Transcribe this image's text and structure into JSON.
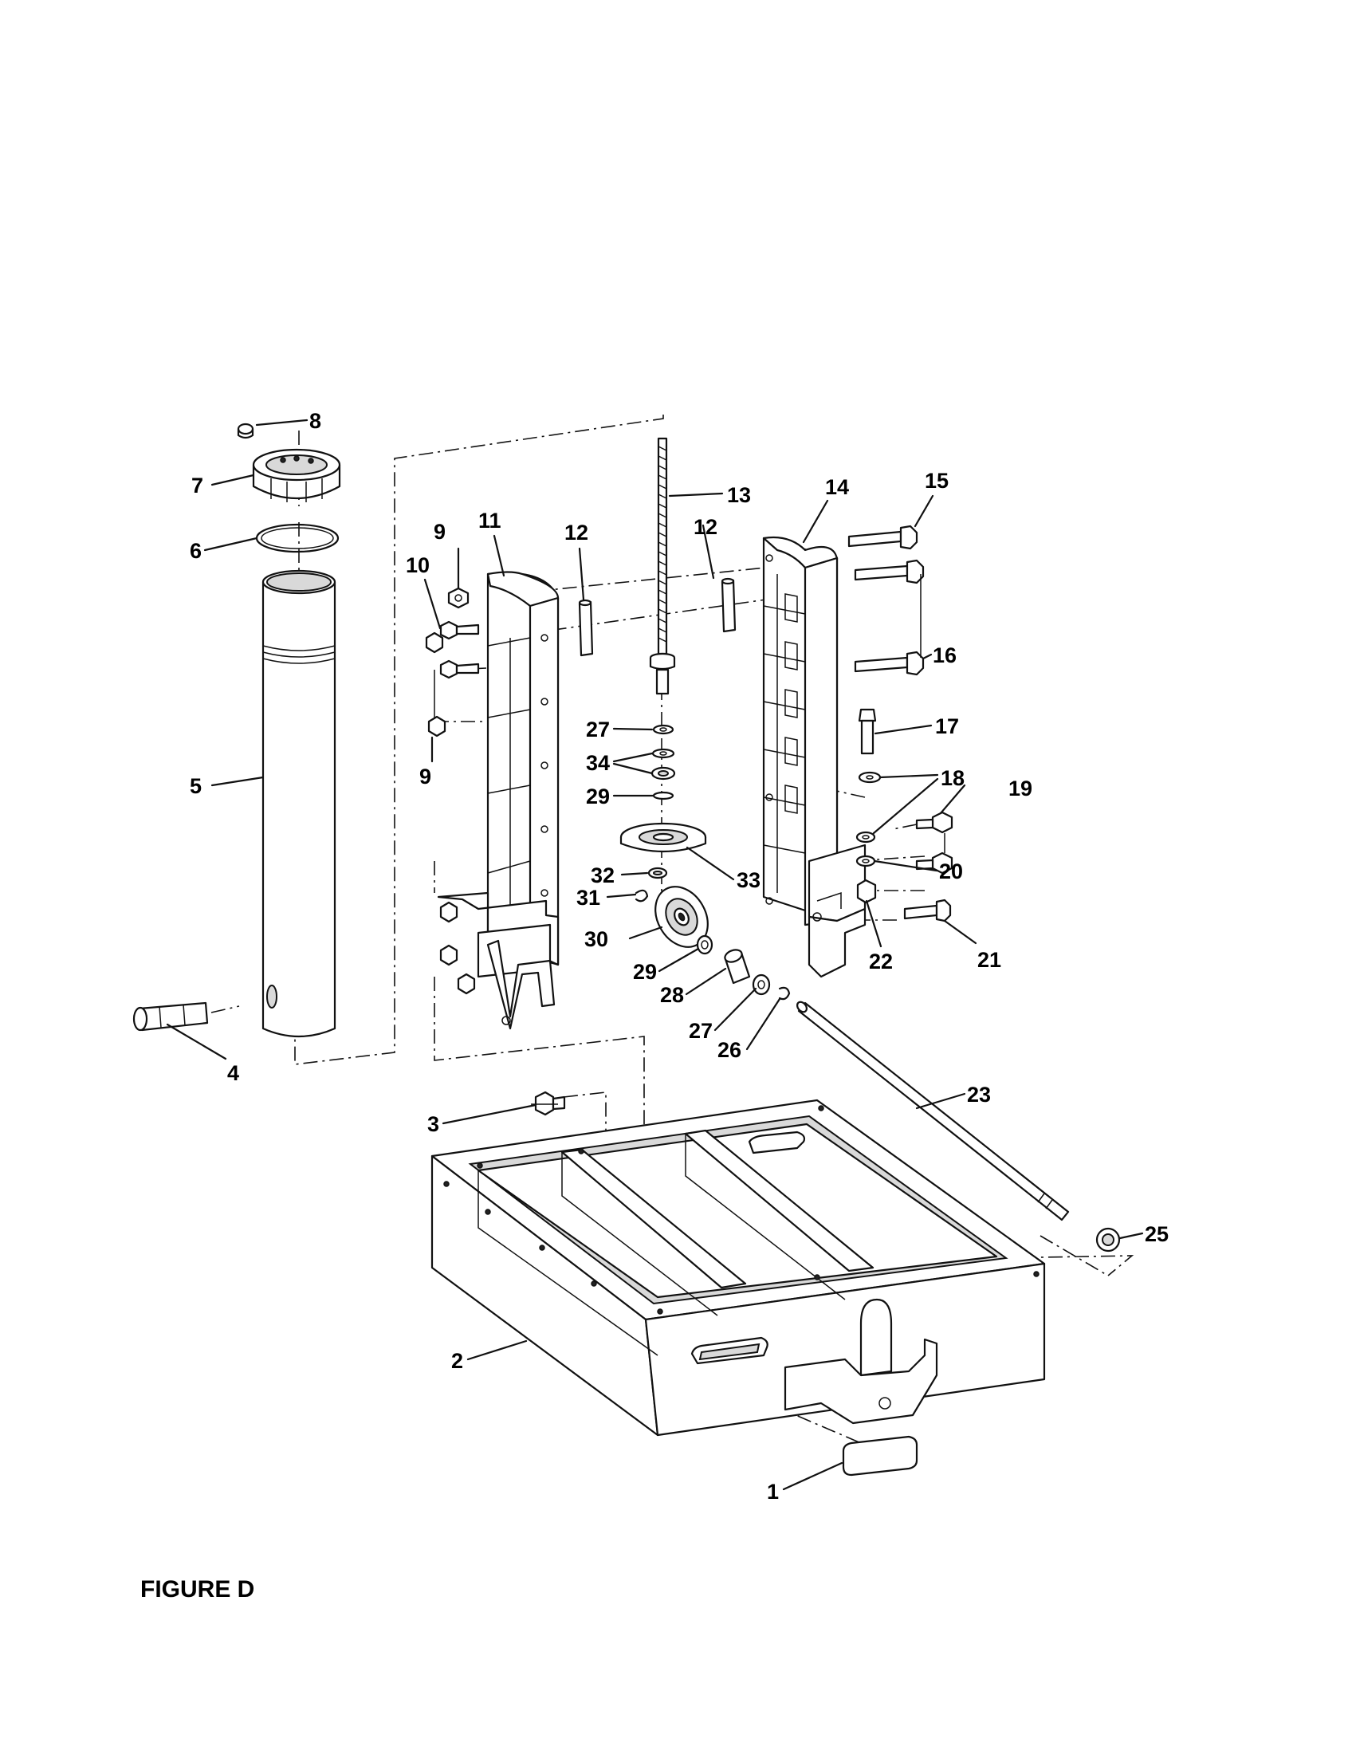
{
  "figure_title": "FIGURE D",
  "callouts": {
    "c1": "1",
    "c2": "2",
    "c3": "3",
    "c4": "4",
    "c5": "5",
    "c6": "6",
    "c7": "7",
    "c8": "8",
    "c9a": "9",
    "c9b": "9",
    "c10": "10",
    "c11": "11",
    "c12a": "12",
    "c12b": "12",
    "c13": "13",
    "c14": "14",
    "c15": "15",
    "c16": "16",
    "c17": "17",
    "c18": "18",
    "c19": "19",
    "c20": "20",
    "c21": "21",
    "c22": "22",
    "c23": "23",
    "c25": "25",
    "c26": "26",
    "c27a": "27",
    "c27b": "27",
    "c28": "28",
    "c29a": "29",
    "c29b": "29",
    "c30": "30",
    "c31": "31",
    "c32": "32",
    "c33": "33",
    "c34": "34"
  }
}
